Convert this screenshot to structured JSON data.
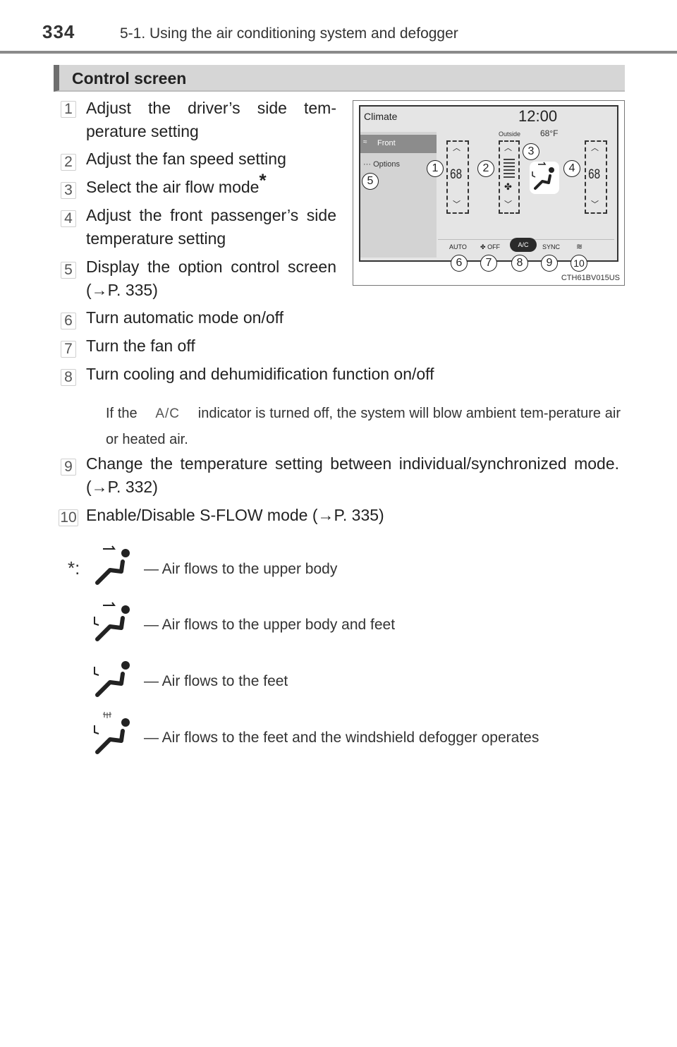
{
  "header": {
    "page_number": "334",
    "chapter": "5-1. Using the air conditioning system and defogger"
  },
  "section": {
    "title": "Control screen"
  },
  "items": [
    {
      "number": "1",
      "text": "Adjust the driver’s side tem-perature setting"
    },
    {
      "number": "2",
      "text": "Adjust the fan speed setting"
    },
    {
      "number": "3",
      "text": "Select the air flow mode",
      "marker": "*"
    },
    {
      "number": "4",
      "text": "Adjust the front passenger’s side temperature setting"
    },
    {
      "number": "5",
      "text": "Display the option control screen (→P. 335)"
    },
    {
      "number": "6",
      "text": "Turn automatic mode on/off"
    },
    {
      "number": "7",
      "text": "Turn the fan off"
    },
    {
      "number": "8",
      "text": "Turn cooling and dehumidification function on/off"
    },
    {
      "number": "9",
      "text": "Change the temperature setting between individual/synchronized mode. (→P. 332)"
    },
    {
      "number": "10",
      "text": "Enable/Disable S-FLOW mode (→P. 335)"
    }
  ],
  "note": {
    "before": "If the",
    "icon_label": "A/C",
    "after": "indicator is turned off, the system will blow ambient tem-perature air or heated air."
  },
  "screen": {
    "title": "Climate",
    "clock": "12:00",
    "outside_label": "Outside",
    "outside_temp": "68°F",
    "menu_front": "Front",
    "menu_options": "Options",
    "driver_temp": "68",
    "passenger_temp": "68",
    "btn_auto": "AUTO",
    "btn_off": "OFF",
    "btn_ac": "A/C",
    "btn_sync": "SYNC",
    "figure_code": "CTH61BV015US",
    "callouts": [
      "1",
      "2",
      "3",
      "4",
      "5",
      "6",
      "7",
      "8",
      "9",
      "10"
    ]
  },
  "footnote": {
    "marker": "*:",
    "modes": [
      {
        "icon": "airflow-upper-body-icon",
        "text": "— Air flows to the upper body"
      },
      {
        "icon": "airflow-upper-body-feet-icon",
        "text": "— Air flows to the upper body and feet"
      },
      {
        "icon": "airflow-feet-icon",
        "text": "— Air flows to the feet"
      },
      {
        "icon": "airflow-feet-defogger-icon",
        "text": "— Air flows to the feet and the windshield defogger operates"
      }
    ]
  },
  "colors": {
    "section_bar": "#d6d6d6",
    "section_accent": "#6e6e6e",
    "screen_bg": "#e5e5e5",
    "ac_button": "#2b2b2b"
  }
}
